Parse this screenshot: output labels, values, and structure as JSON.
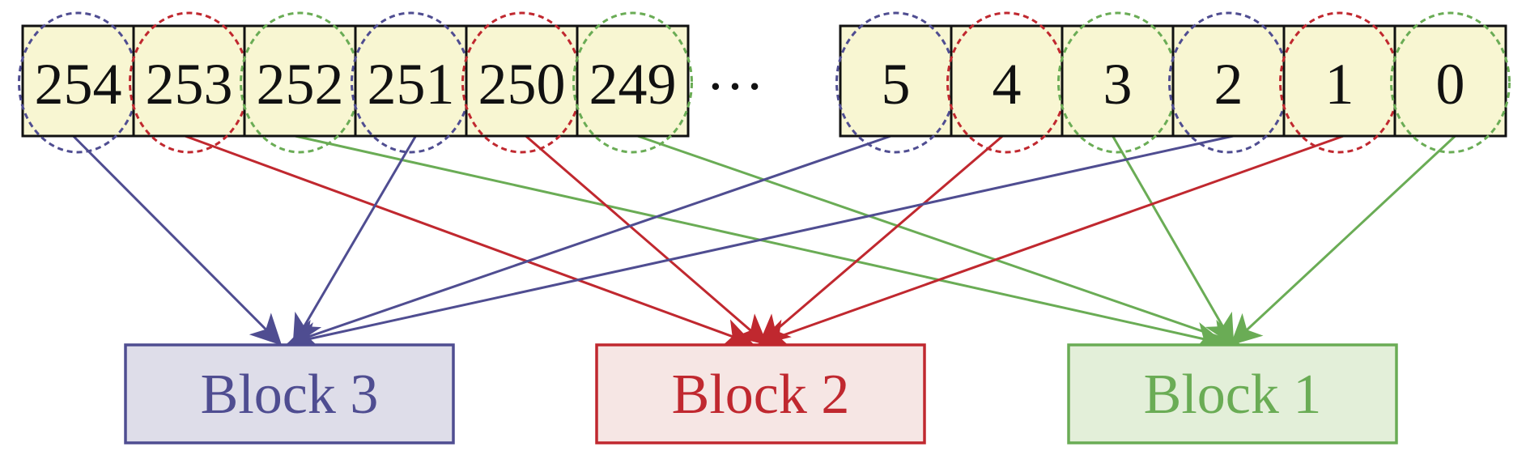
{
  "colors": {
    "cell_fill": "#f8f6d2",
    "cell_stroke": "#111111",
    "blue": "#4f4d91",
    "red": "#c0282f",
    "green": "#6aac55",
    "blue_fill": "#dedde9",
    "red_fill": "#f6e6e4",
    "green_fill": "#e3efd9"
  },
  "left_cells": [
    {
      "label": "254",
      "group": "blue"
    },
    {
      "label": "253",
      "group": "red"
    },
    {
      "label": "252",
      "group": "green"
    },
    {
      "label": "251",
      "group": "blue"
    },
    {
      "label": "250",
      "group": "red"
    },
    {
      "label": "249",
      "group": "green"
    }
  ],
  "ellipsis": "…",
  "right_cells": [
    {
      "label": "5",
      "group": "blue"
    },
    {
      "label": "4",
      "group": "red"
    },
    {
      "label": "3",
      "group": "green"
    },
    {
      "label": "2",
      "group": "blue"
    },
    {
      "label": "1",
      "group": "red"
    },
    {
      "label": "0",
      "group": "green"
    }
  ],
  "blocks": [
    {
      "label": "Block 3",
      "group": "blue"
    },
    {
      "label": "Block 2",
      "group": "red"
    },
    {
      "label": "Block 1",
      "group": "green"
    }
  ]
}
